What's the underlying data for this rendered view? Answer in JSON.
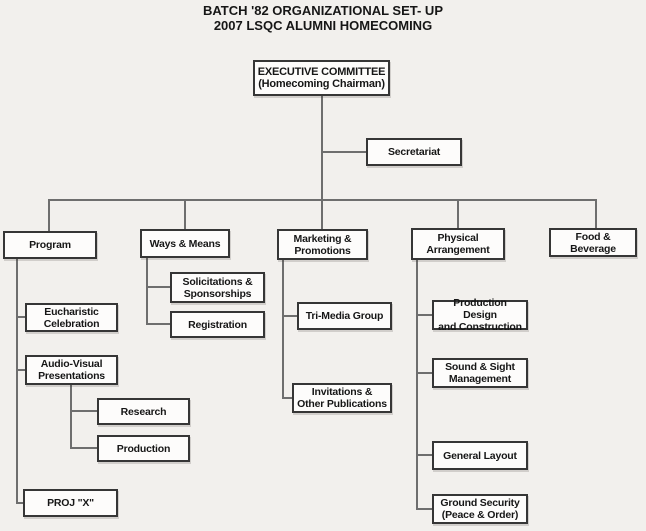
{
  "title": {
    "line1": "BATCH '82 ORGANIZATIONAL SET- UP",
    "line2": "2007 LSQC ALUMNI HOMECOMING"
  },
  "colors": {
    "background": "#f2f0ed",
    "box_fill": "#fdfcfb",
    "box_border": "#363636",
    "connector_line": "#6e6e6e",
    "text": "#161616"
  },
  "nodes": {
    "executive": {
      "label": "EXECUTIVE COMMITTEE\n(Homecoming Chairman)"
    },
    "secretariat": {
      "label": "Secretariat"
    },
    "program": {
      "label": "Program"
    },
    "ways_means": {
      "label": "Ways & Means"
    },
    "marketing": {
      "label": "Marketing &\nPromotions"
    },
    "physical": {
      "label": "Physical\nArrangement"
    },
    "food_beverage": {
      "label": "Food & Beverage"
    },
    "solicitations": {
      "label": "Solicitations &\nSponsorships"
    },
    "registration": {
      "label": "Registration"
    },
    "tri_media": {
      "label": "Tri-Media Group"
    },
    "invitations": {
      "label": "Invitations &\nOther Publications"
    },
    "production_design": {
      "label": "Production Design\nand Construction"
    },
    "sound_sight": {
      "label": "Sound & Sight\nManagement"
    },
    "general_layout": {
      "label": "General Layout"
    },
    "ground_security": {
      "label": "Ground Security\n(Peace & Order)"
    },
    "eucharistic": {
      "label": "Eucharistic\nCelebration"
    },
    "audio_visual": {
      "label": "Audio-Visual\nPresentations"
    },
    "research": {
      "label": "Research"
    },
    "production": {
      "label": "Production"
    },
    "proj_x": {
      "label": "PROJ \"X\""
    }
  },
  "hierarchy_note": "Executive Committee > (Secretariat staff) > Program, Ways & Means, Marketing & Promotions, Physical Arrangement, Food & Beverage"
}
